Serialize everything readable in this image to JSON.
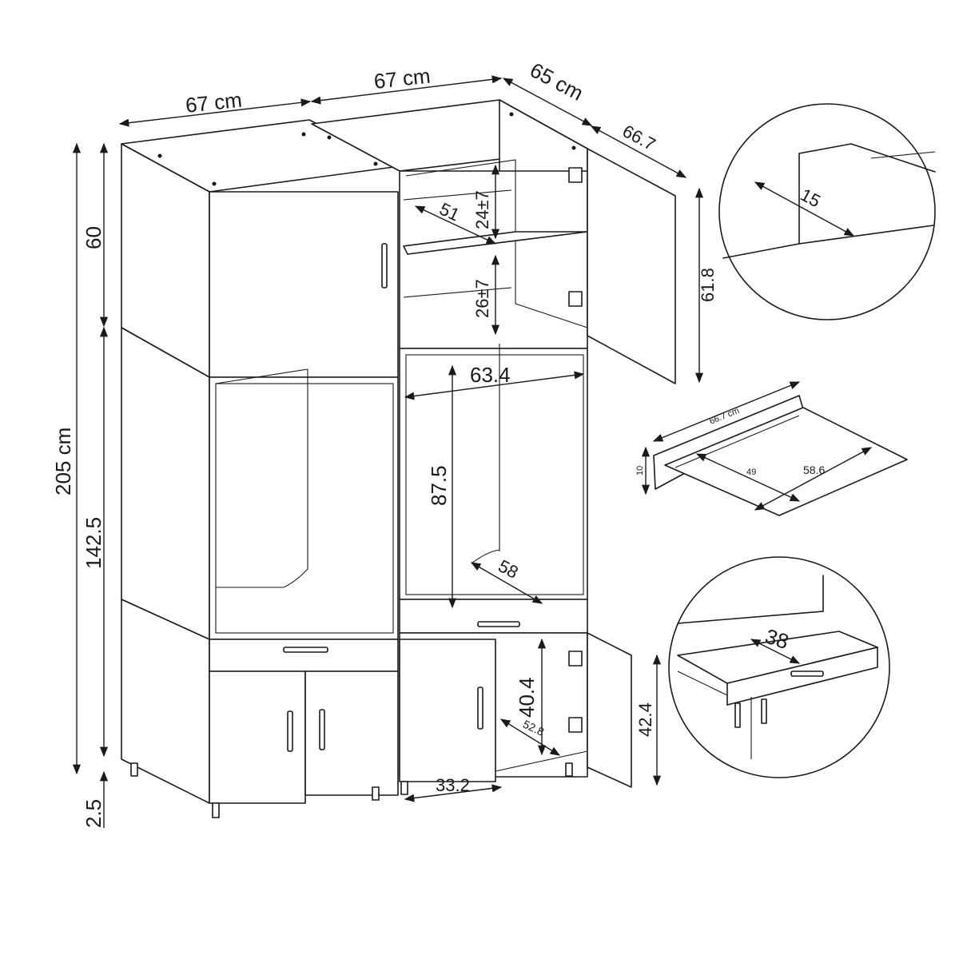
{
  "top_dims": {
    "width_left": "67 cm",
    "width_right": "67 cm",
    "depth": "65 cm",
    "door_width": "66.7"
  },
  "height_dims": {
    "total": "205 cm",
    "upper": "60",
    "middle": "142.5",
    "legs": "2.5"
  },
  "interior_dims": {
    "shelf_gap_top": "24±7",
    "shelf_gap_bottom": "26±7",
    "shelf_depth": "51",
    "door_height": "61.8",
    "niche_width": "63.4",
    "niche_height": "87.5",
    "niche_depth": "58",
    "lower_height": "40.4",
    "lower_depth": "52.8",
    "lower_width": "33.2",
    "lower_door_height": "42.4"
  },
  "tray_detail": {
    "width": "66.7 cm",
    "height": "10",
    "depth": "49",
    "inner_width": "58.6"
  },
  "zoom_detail_top": {
    "thickness": "15"
  },
  "zoom_detail_drawer": {
    "depth": "38"
  }
}
